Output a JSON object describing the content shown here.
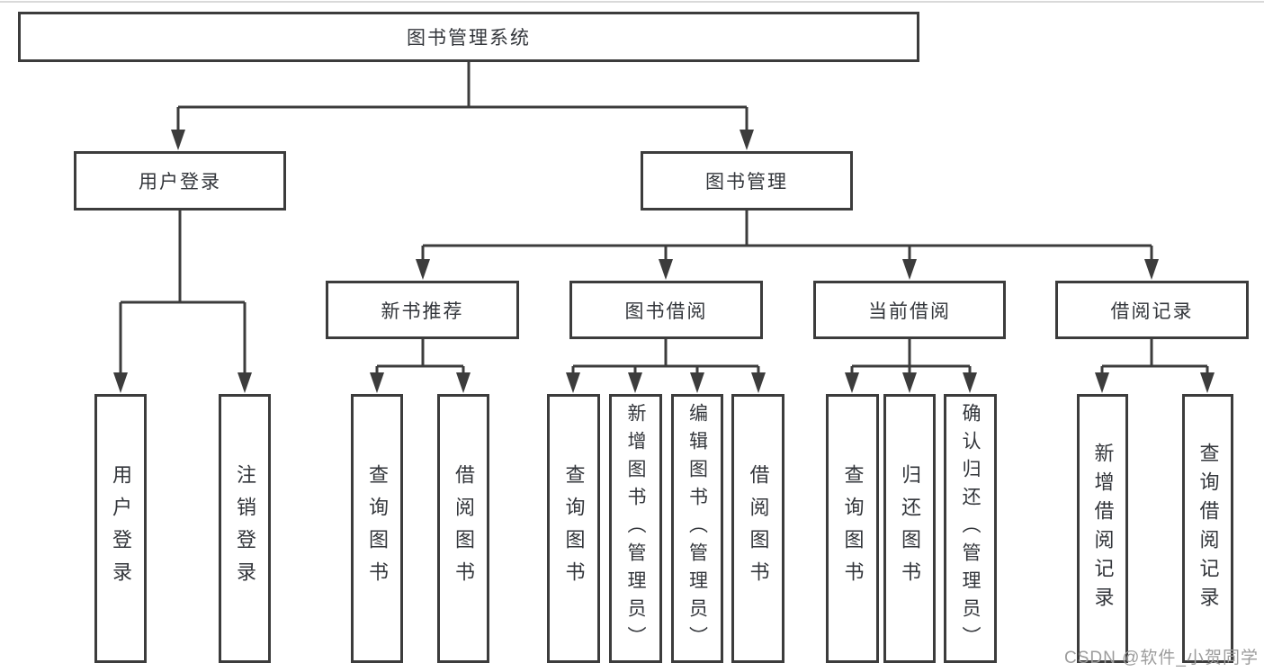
{
  "diagram": {
    "title": "图书管理系统",
    "branches": {
      "user_login": {
        "label": "用户登录",
        "children": [
          "用户登录",
          "注销登录"
        ]
      },
      "book_mgmt": {
        "label": "图书管理",
        "sections": {
          "new_books": {
            "label": "新书推荐",
            "children": [
              "查询图书",
              "借阅图书"
            ]
          },
          "book_borrow": {
            "label": "图书借阅",
            "children": [
              "查询图书",
              "新增图书（管理员）",
              "编辑图书（管理员）",
              "借阅图书"
            ]
          },
          "current_borrow": {
            "label": "当前借阅",
            "children": [
              "查询图书",
              "归还图书",
              "确认归还（管理员）"
            ]
          },
          "borrow_records": {
            "label": "借阅记录",
            "children": [
              "新增借阅记录",
              "查询借阅记录"
            ]
          }
        }
      }
    }
  },
  "watermark": "CSDN @软件_小贺同学",
  "colors": {
    "line": "#3c3c3c",
    "text": "#33363b",
    "background": "#ffffff",
    "watermark": "#9c9c9c"
  }
}
